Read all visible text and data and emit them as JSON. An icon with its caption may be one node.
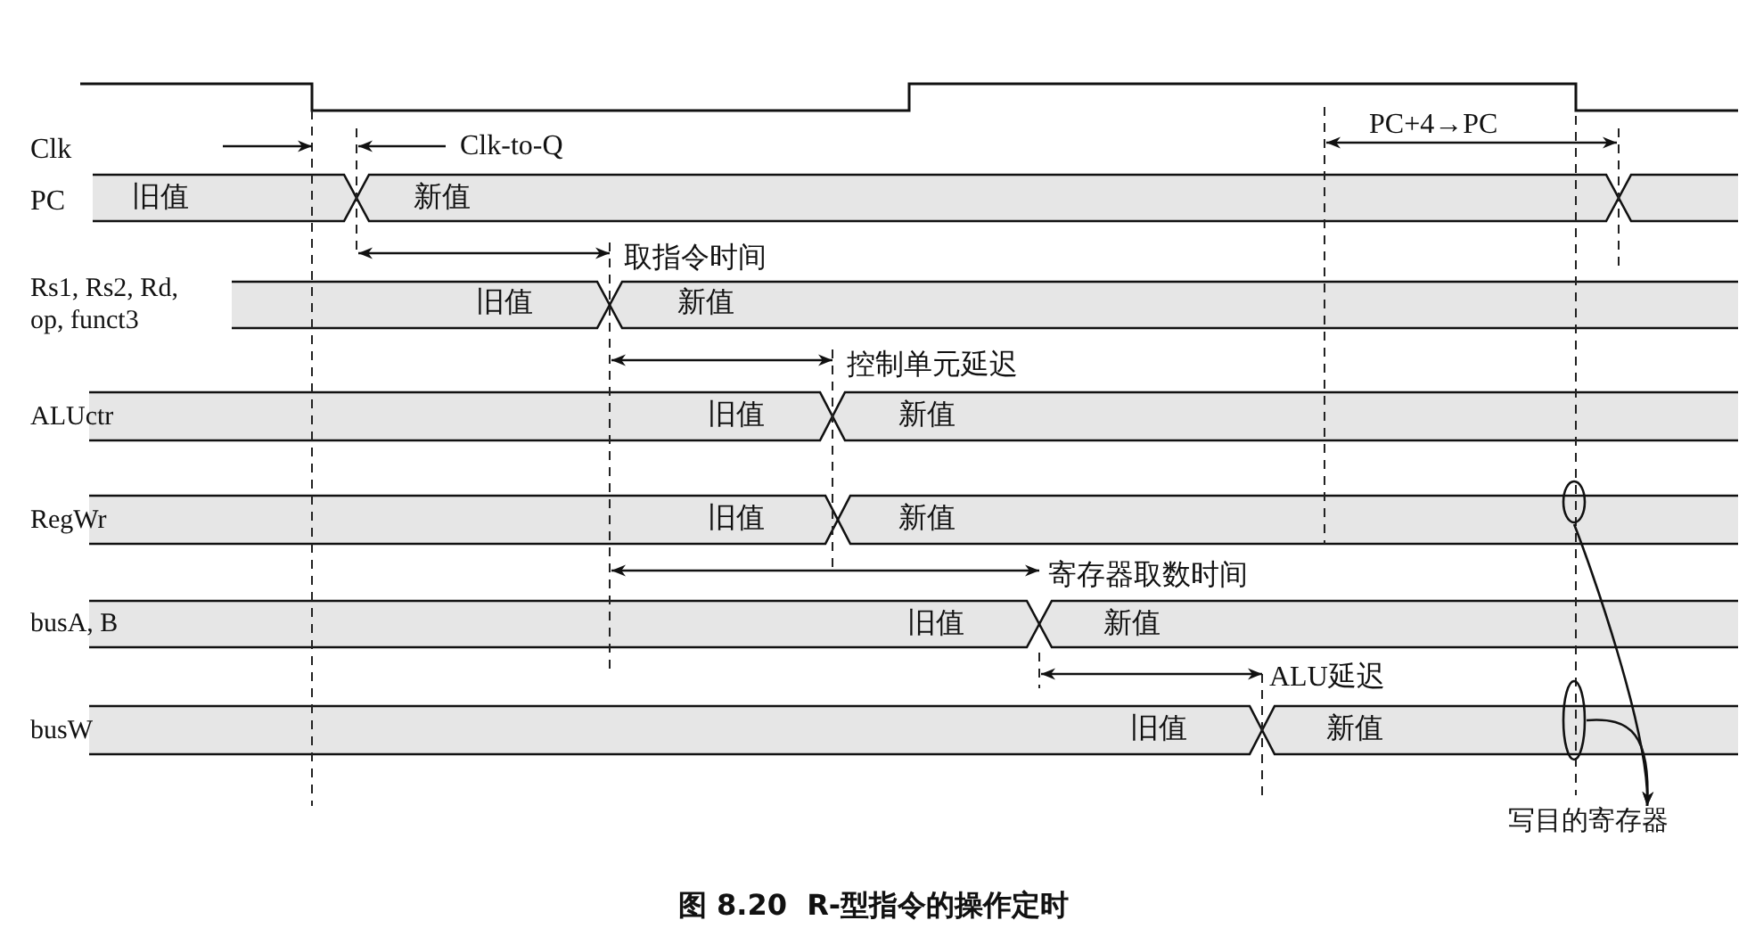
{
  "diagram": {
    "caption": "图 8.20  R-型指令的操作定时",
    "nodes": [
      {
        "text": [],
        "shape": "ellipse"
      },
      {
        "text": [],
        "shape": "ellipse"
      },
      {
        "text": [
          "写目的寄存器"
        ]
      }
    ],
    "edges": [
      {
        "from": 0,
        "to": 2,
        "arrow": "to"
      },
      {
        "from": 1,
        "to": 2,
        "arrow": "to"
      }
    ],
    "labels": [
      "Clk",
      "Clk-to-Q",
      "PC+4→PC",
      "PC",
      "旧值",
      "新值",
      "取指令时间",
      "Rs1, Rs2, Rd, op, funct3",
      "旧值",
      "新值",
      "控制单元延迟",
      "ALUctr",
      "旧值",
      "新值",
      "RegWr",
      "旧值",
      "新值",
      "寄存器取数时间",
      "busA, B",
      "旧值",
      "新值",
      "ALU延迟",
      "busW",
      "旧值",
      "新值"
    ]
  }
}
